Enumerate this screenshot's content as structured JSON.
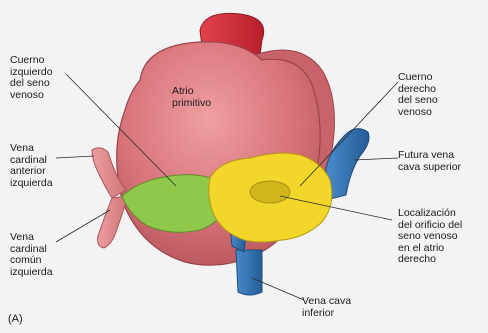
{
  "panel_letter": "(A)",
  "labels": {
    "atrio": "Atrio\nprimitivo",
    "cuerno_izq": "Cuerno\nizquierdo\ndel seno\nvenoso",
    "vena_card_ant": "Vena\ncardinal\nanterior\nizquierda",
    "vena_card_comun": "Vena\ncardinal\ncomún\nizquierda",
    "cuerno_der": "Cuerno\nderecho\ndel seno\nvenoso",
    "futura_vena": "Futura vena\ncava superior",
    "localizacion": "Localización\ndel orificio del\nseno venoso\nen el atrio\nderecho",
    "vena_cava_inf": "Vena cava\ninferior"
  },
  "colors": {
    "atrium": "#d9767a",
    "atrium_shadow": "#b8565c",
    "outflow": "#cc2a35",
    "left_horn": "#8fc84a",
    "sinus": "#f2d62a",
    "veins_right": "#2f6fb0",
    "veins_left": "#de8a8c"
  }
}
